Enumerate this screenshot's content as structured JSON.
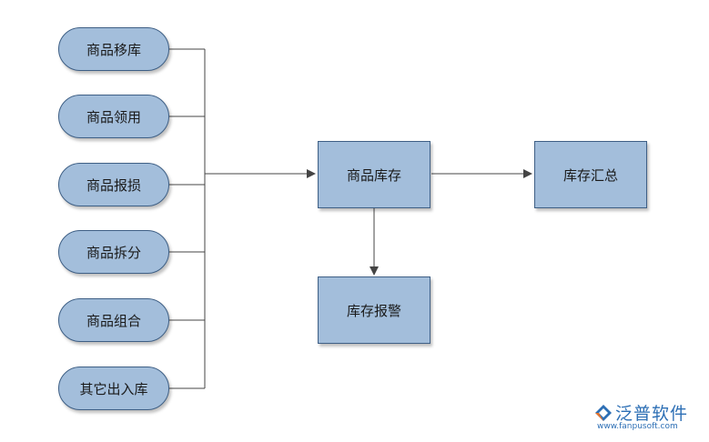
{
  "inputs": [
    "商品移库",
    "商品领用",
    "商品报损",
    "商品拆分",
    "商品组合",
    "其它出入库"
  ],
  "center": "商品库存",
  "summary": "库存汇总",
  "alert": "库存报警",
  "logo": {
    "name": "泛普软件",
    "url": "www.fanpusoft.com"
  },
  "colors": {
    "node_fill": "#a3bedb",
    "node_border": "#3e5f85",
    "connector": "#444444",
    "logo": "#2d6fb5"
  }
}
